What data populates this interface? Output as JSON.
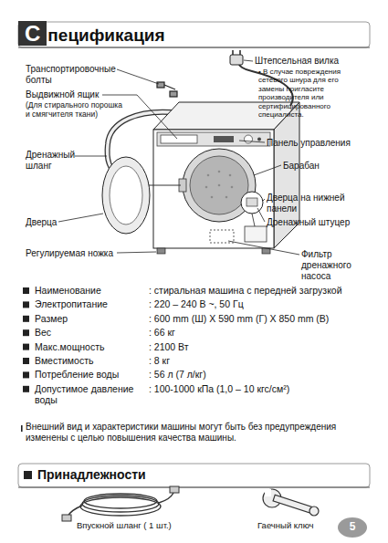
{
  "diagram": {
    "title": "Спецификация",
    "labels": [
      "Транспортировочные болты",
      "Выдвижной ящик",
      "(Для стирального порошка и смягчителя ткани)",
      "Дренажный шланг",
      "Дверца",
      "Регулируемая ножка",
      "Штепсельная вилка",
      "• В случае повреждения сетевого шнура для его замены пригласите производителя или сертифицированного специалиста.",
      "Панель управления",
      "Барабан",
      "Дверца на нижней панели",
      "Дренажный штуцер",
      "Фильтр дренажного насоса",
      "Наименование",
      ": стиральная машина с передней загрузкой",
      "Электропитание",
      ": 220 – 240 В ~, 50 Гц",
      "Размер",
      ": 600 mm (Ш) X 590 mm (Г) X 850 mm (В)",
      "Вес",
      ": 66 кг",
      "Макс.мощность",
      ": 2100 Вт",
      "Вместимость",
      ": 8 кг",
      "Потребление воды",
      ": 56 л (7 л/кг)",
      "Допустимое давление воды",
      ": 100-1000 кПа (1,0 – 10 кгс/см²)",
      "Внешний вид и характеристики машины могут быть без предупреждения изменены с целью повышения качества машины.",
      "Принадлежности",
      "Впускной шланг ( 1 шт.)",
      "Гаечный ключ",
      "5"
    ]
  }
}
